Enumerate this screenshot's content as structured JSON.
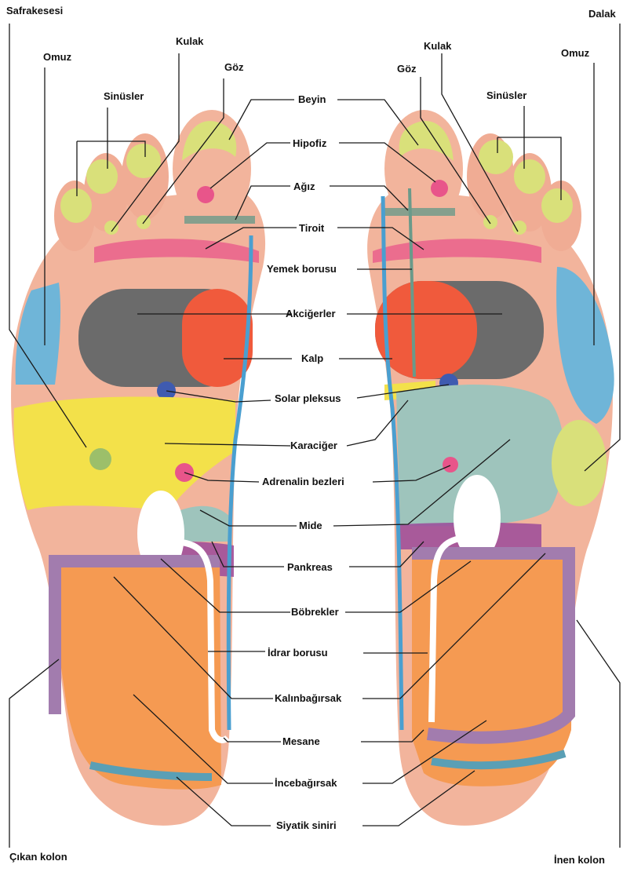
{
  "labels": {
    "safrakesesi": "Safrakesesi",
    "dalak": "Dalak",
    "omuz_left": "Omuz",
    "omuz_right": "Omuz",
    "kulak_left": "Kulak",
    "kulak_right": "Kulak",
    "goz_left": "Göz",
    "goz_right": "Göz",
    "sinusler_left": "Sinüsler",
    "sinusler_right": "Sinüsler",
    "beyin": "Beyin",
    "hipofiz": "Hipofiz",
    "agiz": "Ağız",
    "tiroit": "Tiroit",
    "yemek_borusu": "Yemek borusu",
    "akcigerler": "Akciğerler",
    "kalp": "Kalp",
    "solar_pleksus": "Solar pleksus",
    "karaciger": "Karaciğer",
    "adrenalin_bezleri": "Adrenalin bezleri",
    "mide": "Mide",
    "pankreas": "Pankreas",
    "bobrekler": "Böbrekler",
    "idrar_borusu": "İdrar borusu",
    "kalinbagirsak": "Kalınbağırsak",
    "mesane": "Mesane",
    "incebagirsak": "İncebağırsak",
    "siyatik_siniri": "Siyatik siniri",
    "cikan_kolon": "Çıkan kolon",
    "inen_kolon": "İnen kolon"
  },
  "colors": {
    "skin": "#f2b49c",
    "skin_shadow": "#e2927a",
    "toe_tip": "#d9e07a",
    "shoulder": "#6fb5d8",
    "lung": "#6b6b6b",
    "heart": "#f05a3c",
    "liver": "#f3e14a",
    "stomach": "#9ec4bc",
    "pancreas": "#9b4a9a",
    "kidney": "#ffffff",
    "intestine": "#f59a52",
    "colon": "#a27cae",
    "sciatic": "#5a9fb5",
    "spine": "#4a9fd0",
    "pink_spot": "#e8558a",
    "mouth_bar": "#6a9a8a"
  }
}
